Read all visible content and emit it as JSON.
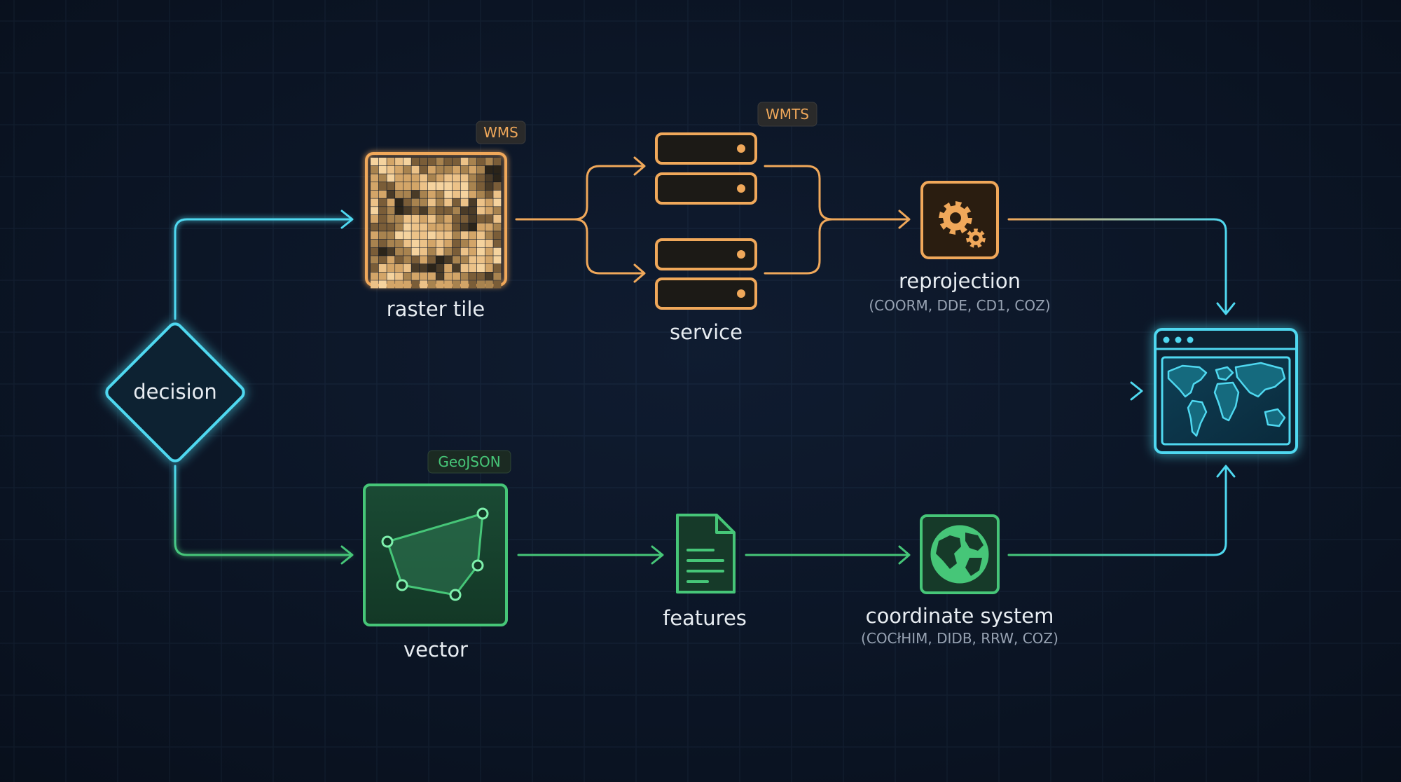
{
  "colors": {
    "background": "#0b1424",
    "grid": "#1c2b40",
    "decision": "#4fd8f0",
    "raster": "#f0a85a",
    "vector": "#46c678",
    "output": "#4fd8f0",
    "label_text": "#e8edf2",
    "sublabel_text": "#98a3b3"
  },
  "nodes": {
    "decision": {
      "label": "decision"
    },
    "raster_tile": {
      "label": "raster tile",
      "badge": "WMS"
    },
    "service": {
      "label": "service",
      "badge": "WMTS"
    },
    "reprojection": {
      "label": "reprojection",
      "sublabel": "(COORM, DDE, CD1, COZ)"
    },
    "vector": {
      "label": "vector",
      "badge": "GeoJSON"
    },
    "features": {
      "label": "features"
    },
    "coordinate_system": {
      "label": "coordinate system",
      "sublabel": "(COCłHIM, DIDB, RRW, COZ)"
    },
    "map_output": {
      "icon": "world-map-browser-icon"
    }
  },
  "icons": {
    "raster_tile": "pixel-grid-icon",
    "service_top": "server-icon",
    "service_bottom": "server-icon",
    "reprojection": "gears-icon",
    "vector": "polygon-icon",
    "features": "document-icon",
    "coordinate_system": "globe-icon"
  }
}
